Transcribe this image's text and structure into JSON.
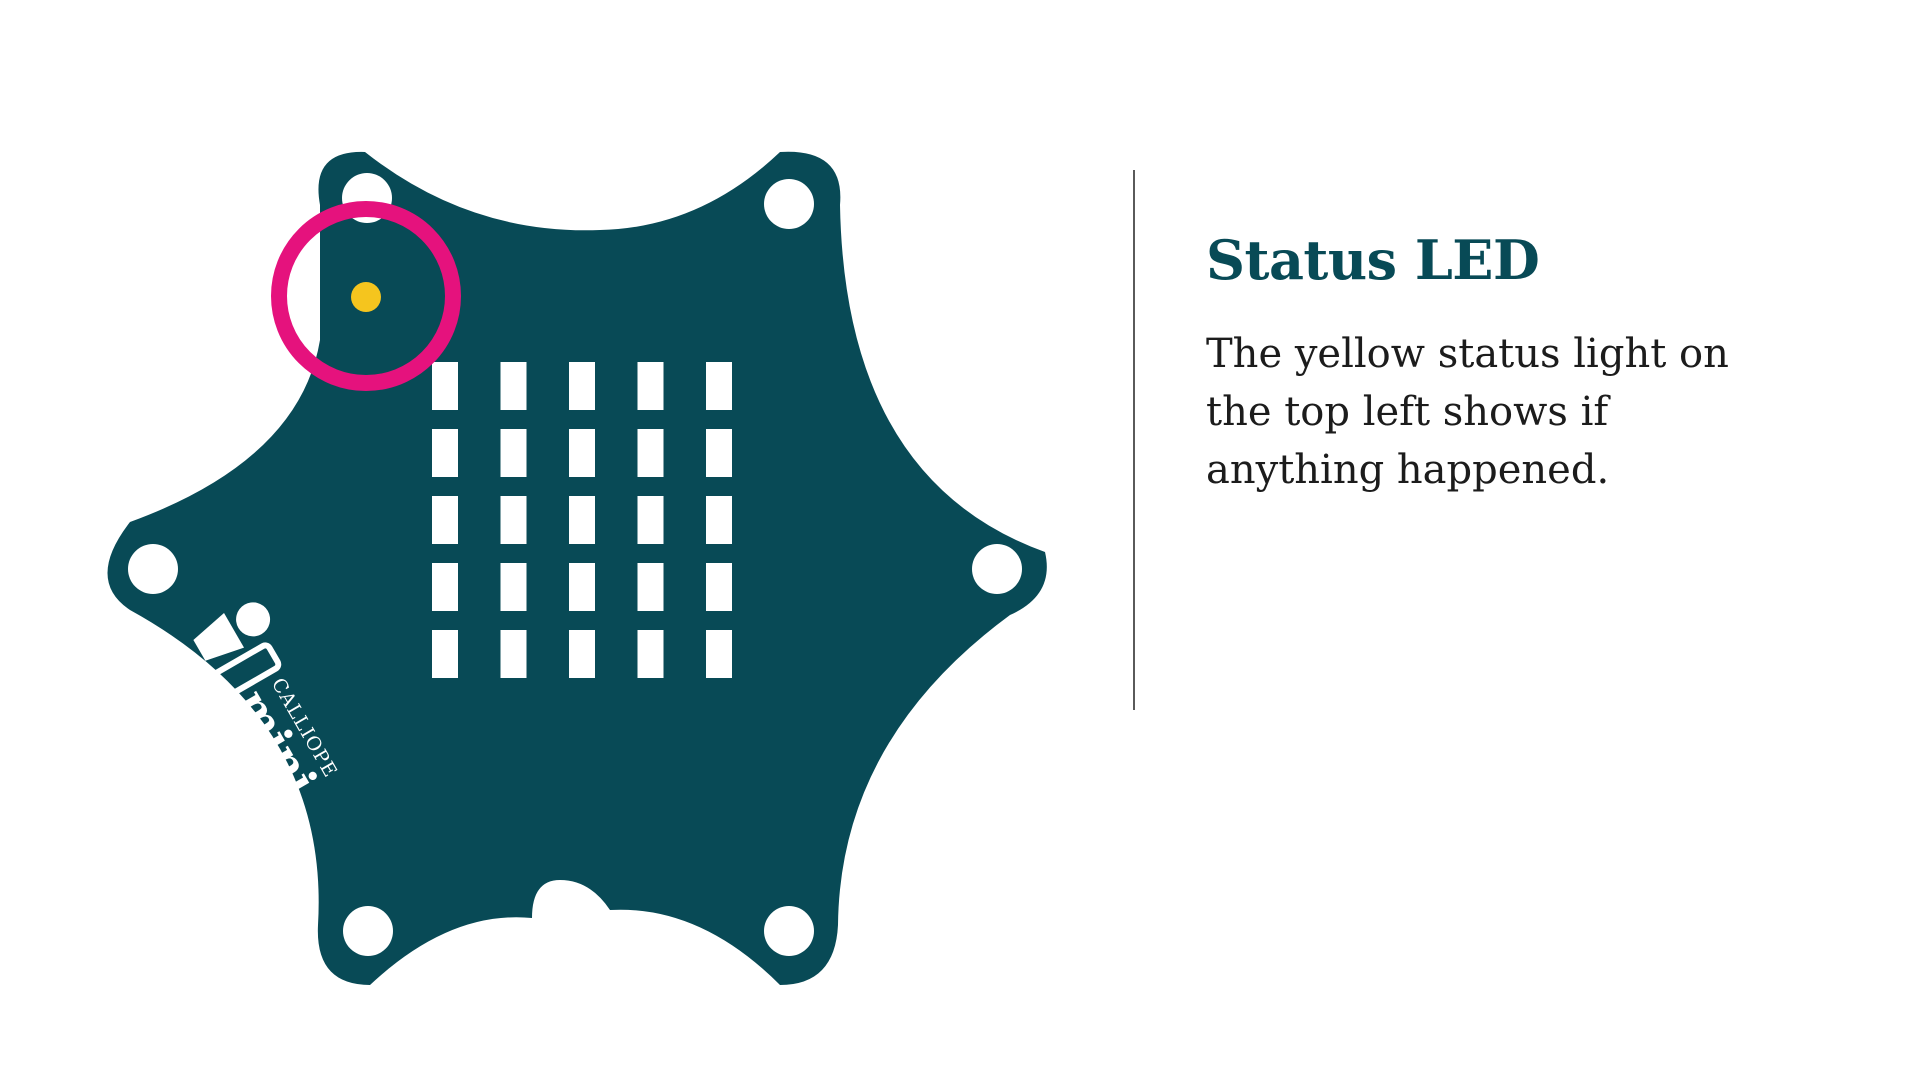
{
  "colors": {
    "board": "#084a56",
    "accent_ring": "#e5127d",
    "status_led": "#f5c51e",
    "title": "#084a56",
    "body_text": "#1c1c1c",
    "divider": "#5a5a5a"
  },
  "board": {
    "logo_brand": "CALLIOPE",
    "logo_model": "mini",
    "led_matrix": {
      "rows": 5,
      "cols": 5
    },
    "status_led_highlighted": true
  },
  "info": {
    "title": "Status LED",
    "body": "The yellow status light on the top left shows if anything happened."
  }
}
